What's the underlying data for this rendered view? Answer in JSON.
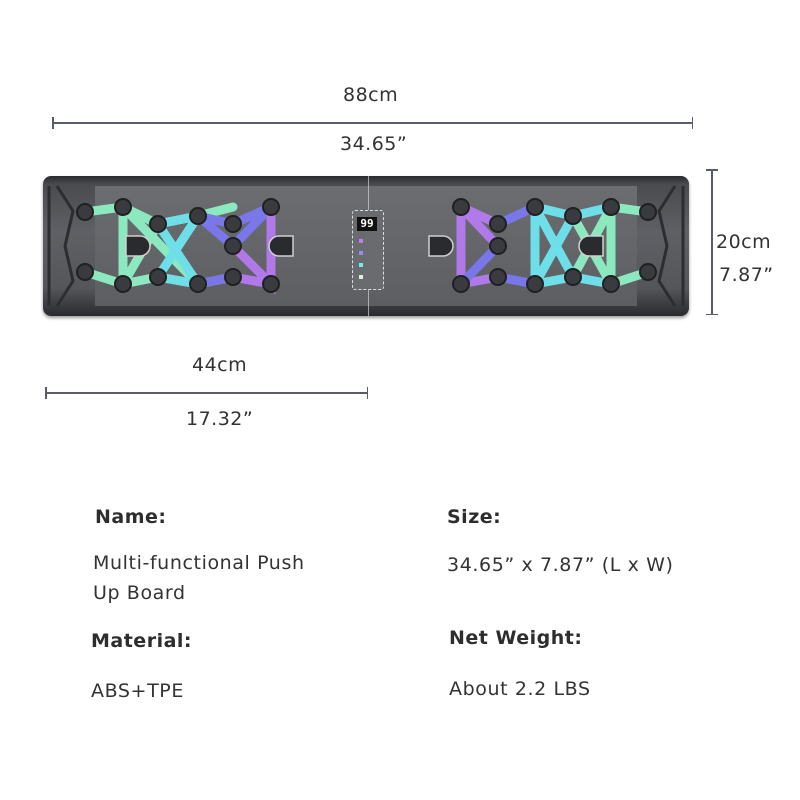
{
  "dimensions": {
    "length": {
      "cm": "88cm",
      "inches": "34.65”"
    },
    "width": {
      "cm": "20cm",
      "inches": "7.87”"
    },
    "half_length": {
      "cm": "44cm",
      "inches": "17.32”"
    }
  },
  "product": {
    "display_value": "99",
    "led_colors": [
      "#c27cf5",
      "#8e8ef5",
      "#6ef0e6",
      "#d8f5dc"
    ],
    "colors": {
      "purple": "#b57af0",
      "violet": "#7b78f0",
      "cyan": "#6fe6f0",
      "mint": "#8ef0c4",
      "body": "#5f6065"
    }
  },
  "specs": {
    "name": {
      "label": "Name:",
      "value_line1": "Multi-functional Push",
      "value_line2": "Up Board"
    },
    "size": {
      "label": "Size:",
      "value": "34.65” x 7.87” (L x W)"
    },
    "material": {
      "label": "Material:",
      "value": "ABS+TPE"
    },
    "net_weight": {
      "label": "Net Weight:",
      "value": "About 2.2 LBS"
    }
  }
}
